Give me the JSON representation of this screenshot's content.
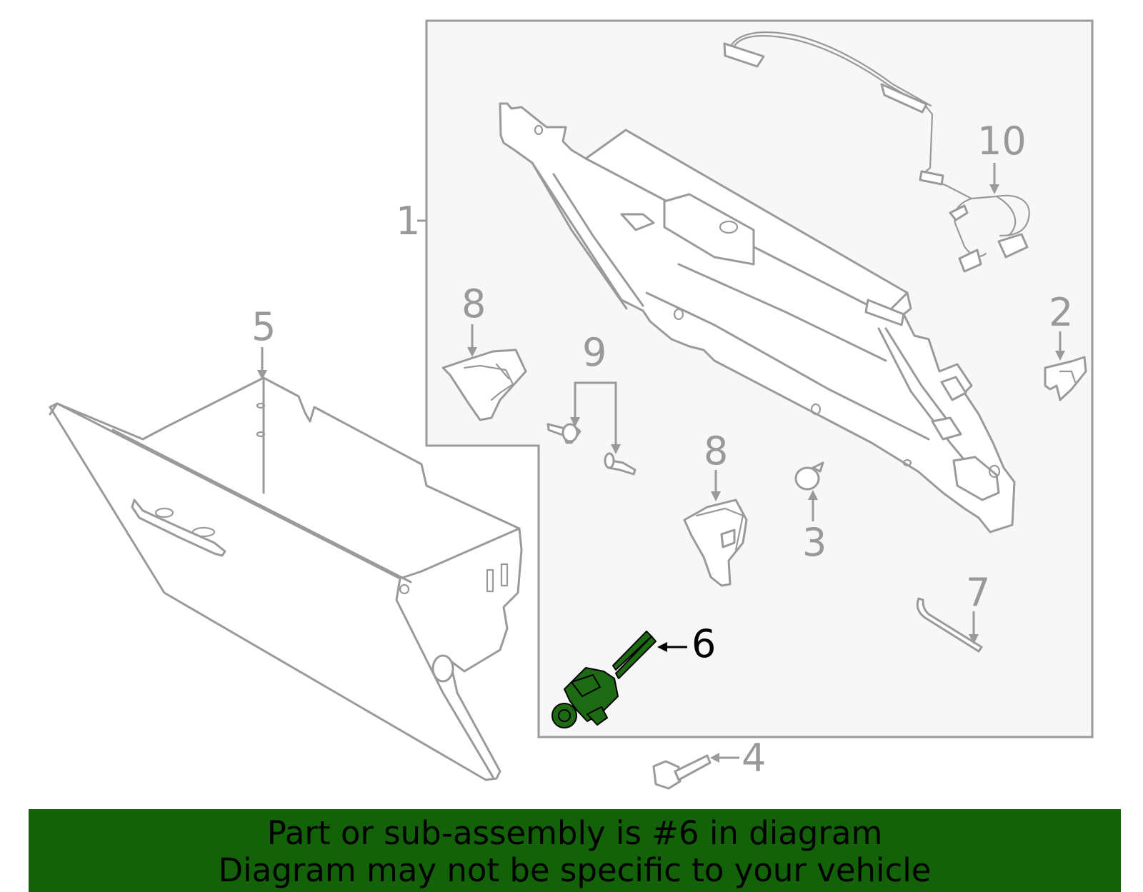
{
  "callouts": {
    "c1": "1",
    "c2": "2",
    "c3": "3",
    "c4": "4",
    "c5": "5",
    "c6": "6",
    "c7": "7",
    "c8a": "8",
    "c8b": "8",
    "c9": "9",
    "c10": "10"
  },
  "banner": {
    "line1": "Part or sub-assembly is #6 in diagram",
    "line2": "Diagram may not be specific to your vehicle",
    "color": "#136108"
  },
  "highlight_color": "#1e6a14",
  "highlighted_part": "6"
}
